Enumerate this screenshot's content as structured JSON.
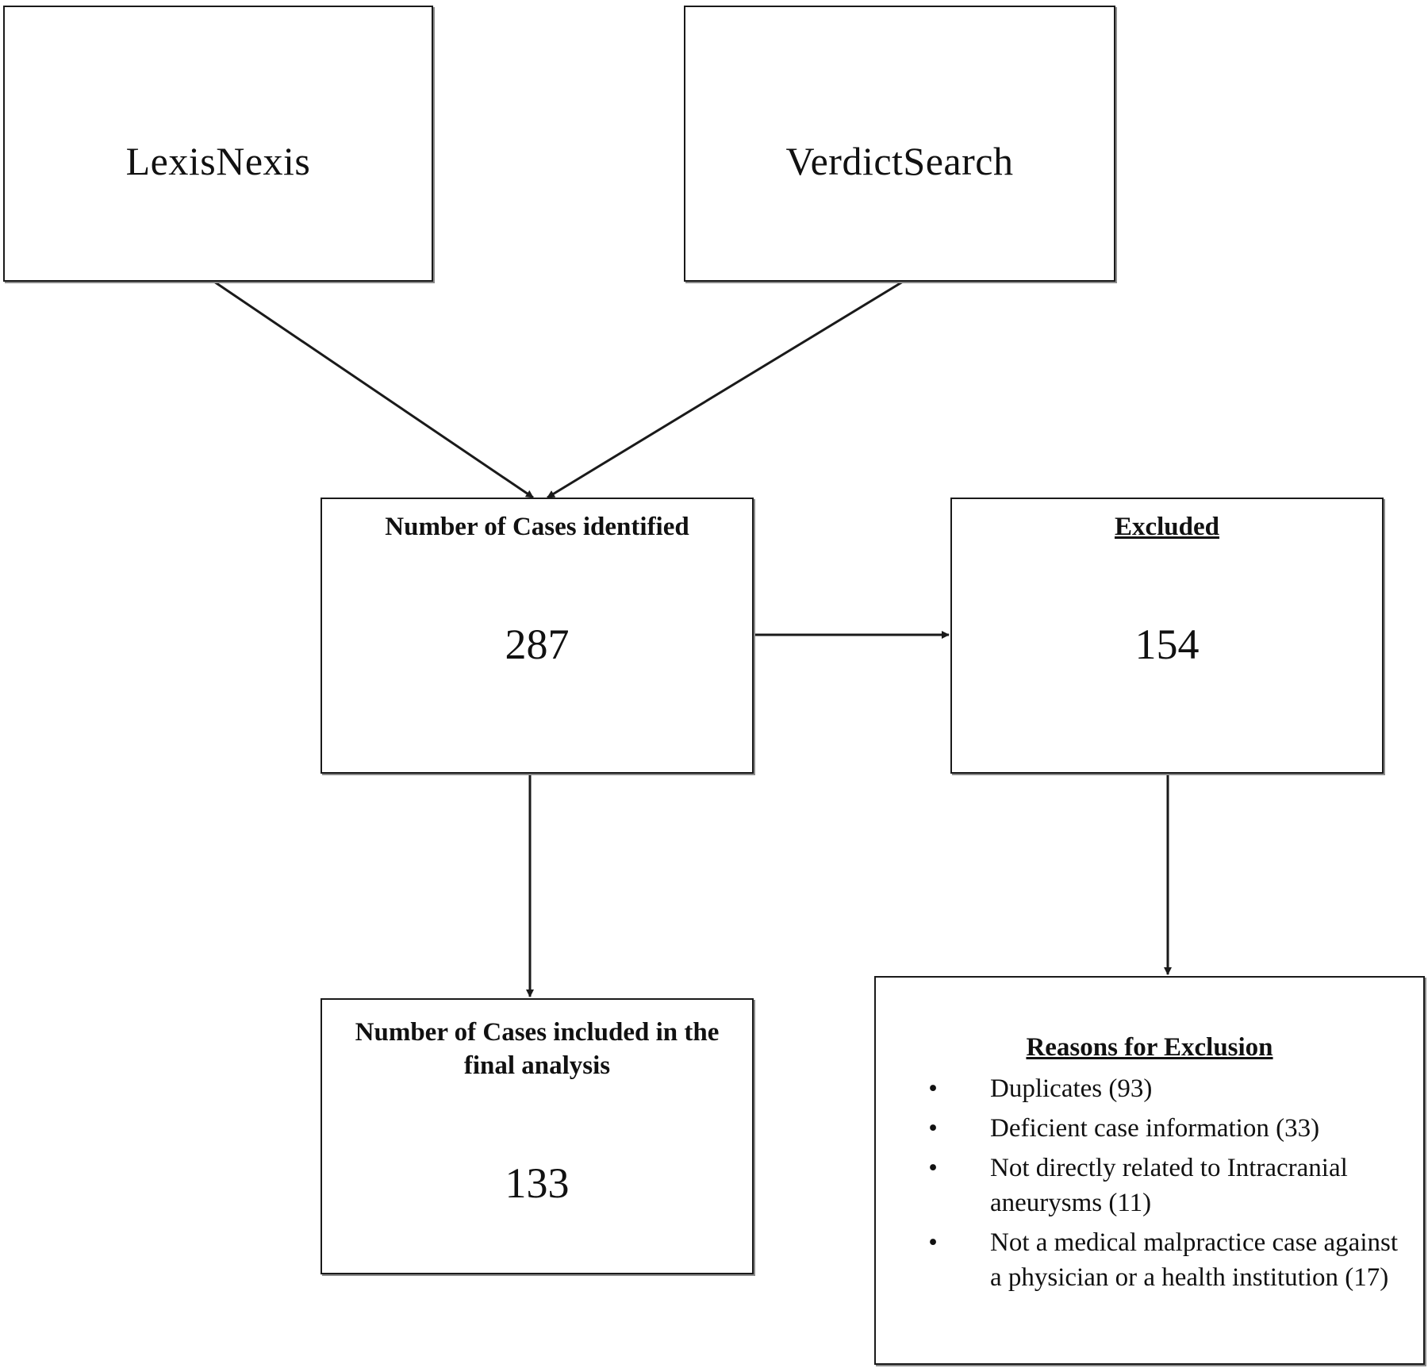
{
  "sources": [
    {
      "label": "LexisNexis"
    },
    {
      "label": "VerdictSearch"
    }
  ],
  "identified": {
    "title": "Number of Cases identified",
    "count": "287"
  },
  "excluded": {
    "title": "Excluded",
    "count": "154"
  },
  "included": {
    "title": "Number of Cases included in the final analysis",
    "count": "133"
  },
  "reasons": {
    "title": "Reasons for Exclusion",
    "bullet": "•",
    "items": [
      {
        "text": "Duplicates (93)"
      },
      {
        "text": "Deficient case information (33)"
      },
      {
        "text": "Not directly related to Intracranial aneurysms (11)"
      },
      {
        "text": "Not a medical malpractice case against a physician or a health institution (17)"
      }
    ]
  }
}
